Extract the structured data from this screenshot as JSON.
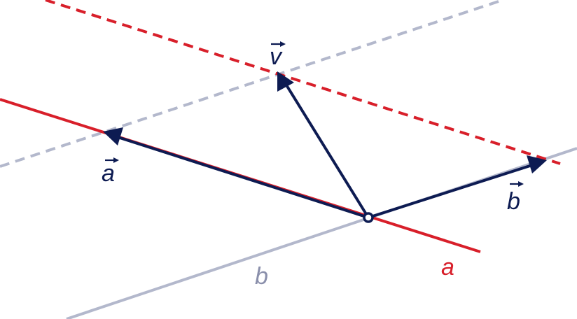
{
  "labels": {
    "vector_v": "v",
    "vector_a": "a",
    "vector_b": "b",
    "line_a": "a",
    "line_b": "b"
  },
  "colors": {
    "vector": "#0d1b52",
    "line_a": "#d81f2a",
    "line_b": "#b3b8cc",
    "dashed_parallel_to_a": "#d81f2a",
    "dashed_parallel_to_b": "#b3b8cc"
  }
}
